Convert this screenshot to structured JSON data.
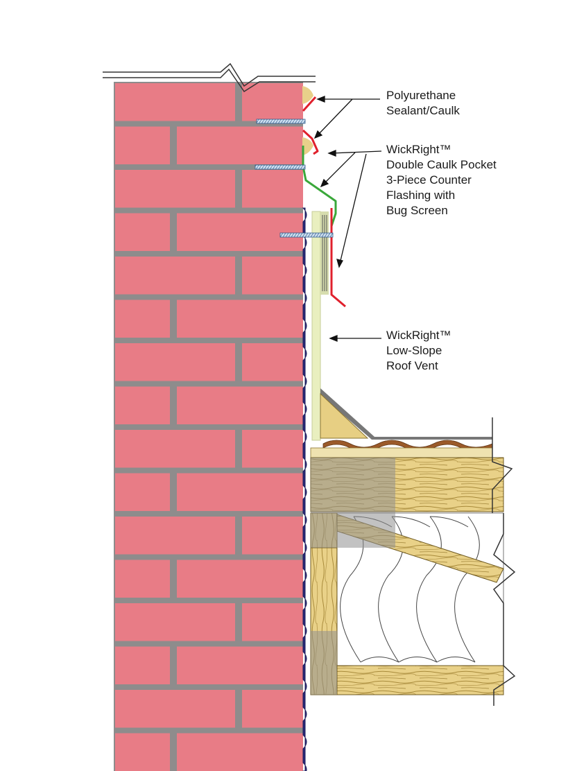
{
  "labels": {
    "sealant": [
      "Polyurethane",
      "Sealant/Caulk"
    ],
    "flashing": [
      "WickRight™",
      "Double Caulk Pocket",
      "3-Piece Counter",
      "Flashing with",
      "Bug Screen"
    ],
    "vent": [
      "WickRight™",
      "Low-Slope",
      "Roof Vent"
    ]
  },
  "colors": {
    "brick": "#e87c86",
    "mortar": "#8e8c8c",
    "membrane": "#2a2a7a",
    "sealant": "#e8d08a",
    "flashing_red": "#e0202c",
    "flashing_green": "#3aa83a",
    "vent": "#e9efbf",
    "lumber": "#e7cf83",
    "shingle": "#9b5a2a",
    "deck": "#efe2b0",
    "gray_overlay": "#8f8f8f"
  }
}
